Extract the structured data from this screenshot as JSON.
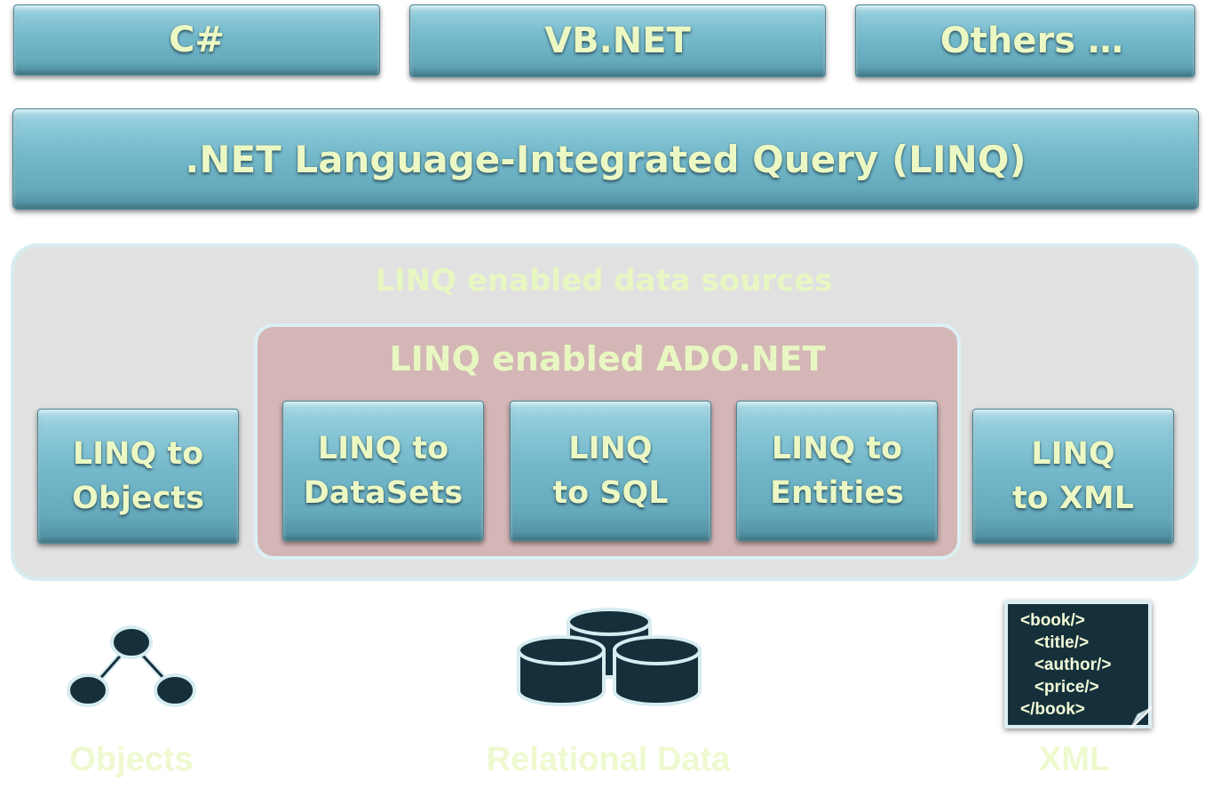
{
  "languages": [
    {
      "label": "C#"
    },
    {
      "label": "VB.NET"
    },
    {
      "label": "Others …"
    }
  ],
  "linq_bar": {
    "label": ".NET Language-Integrated Query (LINQ)"
  },
  "data_sources_panel": {
    "title": "LINQ enabled data sources"
  },
  "ado_panel": {
    "title": "LINQ enabled ADO.NET"
  },
  "providers": [
    {
      "line1": "LINQ to",
      "line2": "Objects"
    },
    {
      "line1": "LINQ to",
      "line2": "DataSets"
    },
    {
      "line1": "LINQ",
      "line2": "to SQL"
    },
    {
      "line1": "LINQ to",
      "line2": "Entities"
    },
    {
      "line1": "LINQ",
      "line2": "to XML"
    }
  ],
  "sources": [
    {
      "label": "Objects",
      "icon": "object-graph-icon"
    },
    {
      "label": "Relational Data",
      "icon": "database-icon"
    },
    {
      "label": "XML",
      "icon": "xml-document-icon"
    }
  ],
  "xml_snippet": [
    "<book/>",
    "   <title/>",
    "   <author/>",
    "   <price/>",
    "</book>"
  ],
  "colors": {
    "tile": "#74b9cb",
    "tile_text": "#ecf8c4",
    "panel": "#e1e1e1",
    "ado_panel": "#d4b6b6",
    "icon_fill": "#15303a"
  }
}
